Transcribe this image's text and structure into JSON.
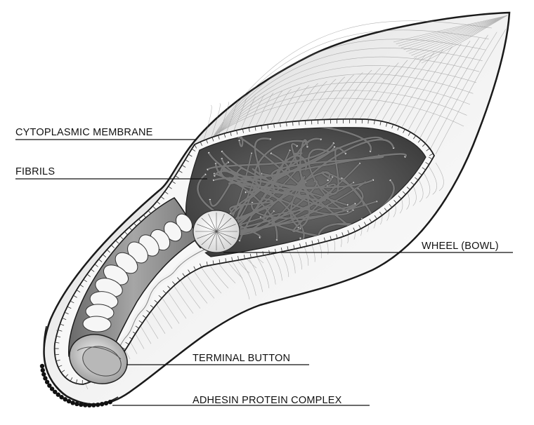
{
  "labels": {
    "cytoplasmic_membrane": "CYTOPLASMIC MEMBRANE",
    "fibrils": "FIBRILS",
    "wheel": "WHEEL (BOWL)",
    "terminal_button": "TERMINAL BUTTON",
    "adhesin_complex": "ADHESIN PROTEIN COMPLEX"
  },
  "colors": {
    "outline": "#1a1a1a",
    "cell_light": "#e4e4e4",
    "body_dark": "#5a5a5a",
    "tube": "#8a8a8a",
    "fibril": "#f2f2f2"
  }
}
